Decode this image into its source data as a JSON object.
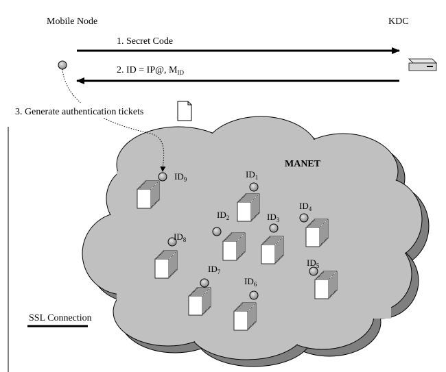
{
  "labels": {
    "mobile_node": "Mobile Node",
    "kdc": "KDC",
    "step1": "1.  Secret Code",
    "step2_prefix": "2.  ID = IP@, M",
    "step2_sub": "ID",
    "step3": "3. Generate authentication tickets",
    "manet": "MANET",
    "ssl": "SSL Connection",
    "id_base": "ID"
  },
  "nodes": [
    {
      "sub": "9",
      "has_stack": true
    },
    {
      "sub": "1",
      "has_stack": true
    },
    {
      "sub": "2",
      "has_stack": true
    },
    {
      "sub": "3",
      "has_stack": true
    },
    {
      "sub": "4",
      "has_stack": true
    },
    {
      "sub": "8",
      "has_stack": true
    },
    {
      "sub": "5",
      "has_stack": true
    },
    {
      "sub": "7",
      "has_stack": true
    },
    {
      "sub": "6",
      "has_stack": true
    }
  ],
  "colors": {
    "cloud_fill": "#c0c0c0",
    "cloud_shadow": "#7f7f7f",
    "node_fill": "#b0b0b0",
    "line": "#000000"
  }
}
